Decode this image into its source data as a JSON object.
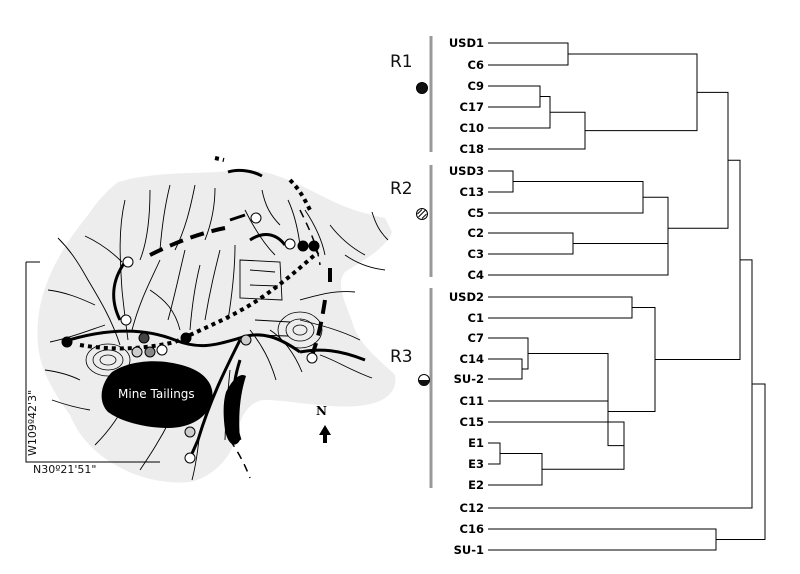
{
  "map": {
    "tailings_label": "Mine Tailings",
    "north_label": "N",
    "lat_label": "N30º21'51\"",
    "lon_label": "W109º42'3\""
  },
  "groups": [
    {
      "label": "R1",
      "icon": "filled-circle-icon"
    },
    {
      "label": "R2",
      "icon": "hatched-circle-icon"
    },
    {
      "label": "R3",
      "icon": "half-filled-circle-icon"
    }
  ],
  "leaves": [
    "USD1",
    "C6",
    "C9",
    "C17",
    "C10",
    "C18",
    "USD3",
    "C13",
    "C5",
    "C2",
    "C3",
    "C4",
    "USD2",
    "C1",
    "C7",
    "C14",
    "SU-2",
    "C11",
    "C15",
    "E1",
    "E3",
    "E2",
    "C12",
    "C16",
    "SU-1"
  ],
  "dendrogram": {
    "merges": [
      {
        "a": "C9",
        "b": "C17",
        "level": 2
      },
      {
        "a": "C9+C17",
        "b": "C10",
        "level": 3
      },
      {
        "a": "C9+C17+C10",
        "b": "C18",
        "level": 4
      },
      {
        "a": "USD1",
        "b": "C6",
        "level": 5
      },
      {
        "a": "USD1+C6",
        "b": "C9..C18",
        "level": 8
      },
      {
        "a": "USD3",
        "b": "C13",
        "level": 1
      },
      {
        "a": "USD3+C13",
        "b": "C5",
        "level": 6
      },
      {
        "a": "C2",
        "b": "C3",
        "level": 2
      },
      {
        "a": "C2+C3",
        "b": "C4",
        "level": 4
      },
      {
        "a": "USD3..C5",
        "b": "C2..C4",
        "level": 7
      },
      {
        "a": "R1",
        "b": "R2",
        "level": 9
      },
      {
        "a": "USD2",
        "b": "C1",
        "level": 5
      },
      {
        "a": "C14",
        "b": "SU-2",
        "level": 1
      },
      {
        "a": "C7",
        "b": "C14+SU-2",
        "level": 2
      },
      {
        "a": "C7..SU-2",
        "b": "C11",
        "level": 4
      },
      {
        "a": "E1",
        "b": "E3",
        "level": 1
      },
      {
        "a": "E1+E3",
        "b": "E2",
        "level": 2
      },
      {
        "a": "C15",
        "b": "E1..E2",
        "level": 3
      },
      {
        "a": "C7..C11",
        "b": "C15..E2",
        "level": 6
      },
      {
        "a": "USD2+C1",
        "b": "C7..E2",
        "level": 7
      },
      {
        "a": "R1+R2",
        "b": "R3",
        "level": 10
      },
      {
        "a": "R1..R3",
        "b": "C12",
        "level": 11
      },
      {
        "a": "C16",
        "b": "SU-1",
        "level": 8
      },
      {
        "a": "R1..C12",
        "b": "C16+SU-1",
        "level": 12
      }
    ]
  }
}
